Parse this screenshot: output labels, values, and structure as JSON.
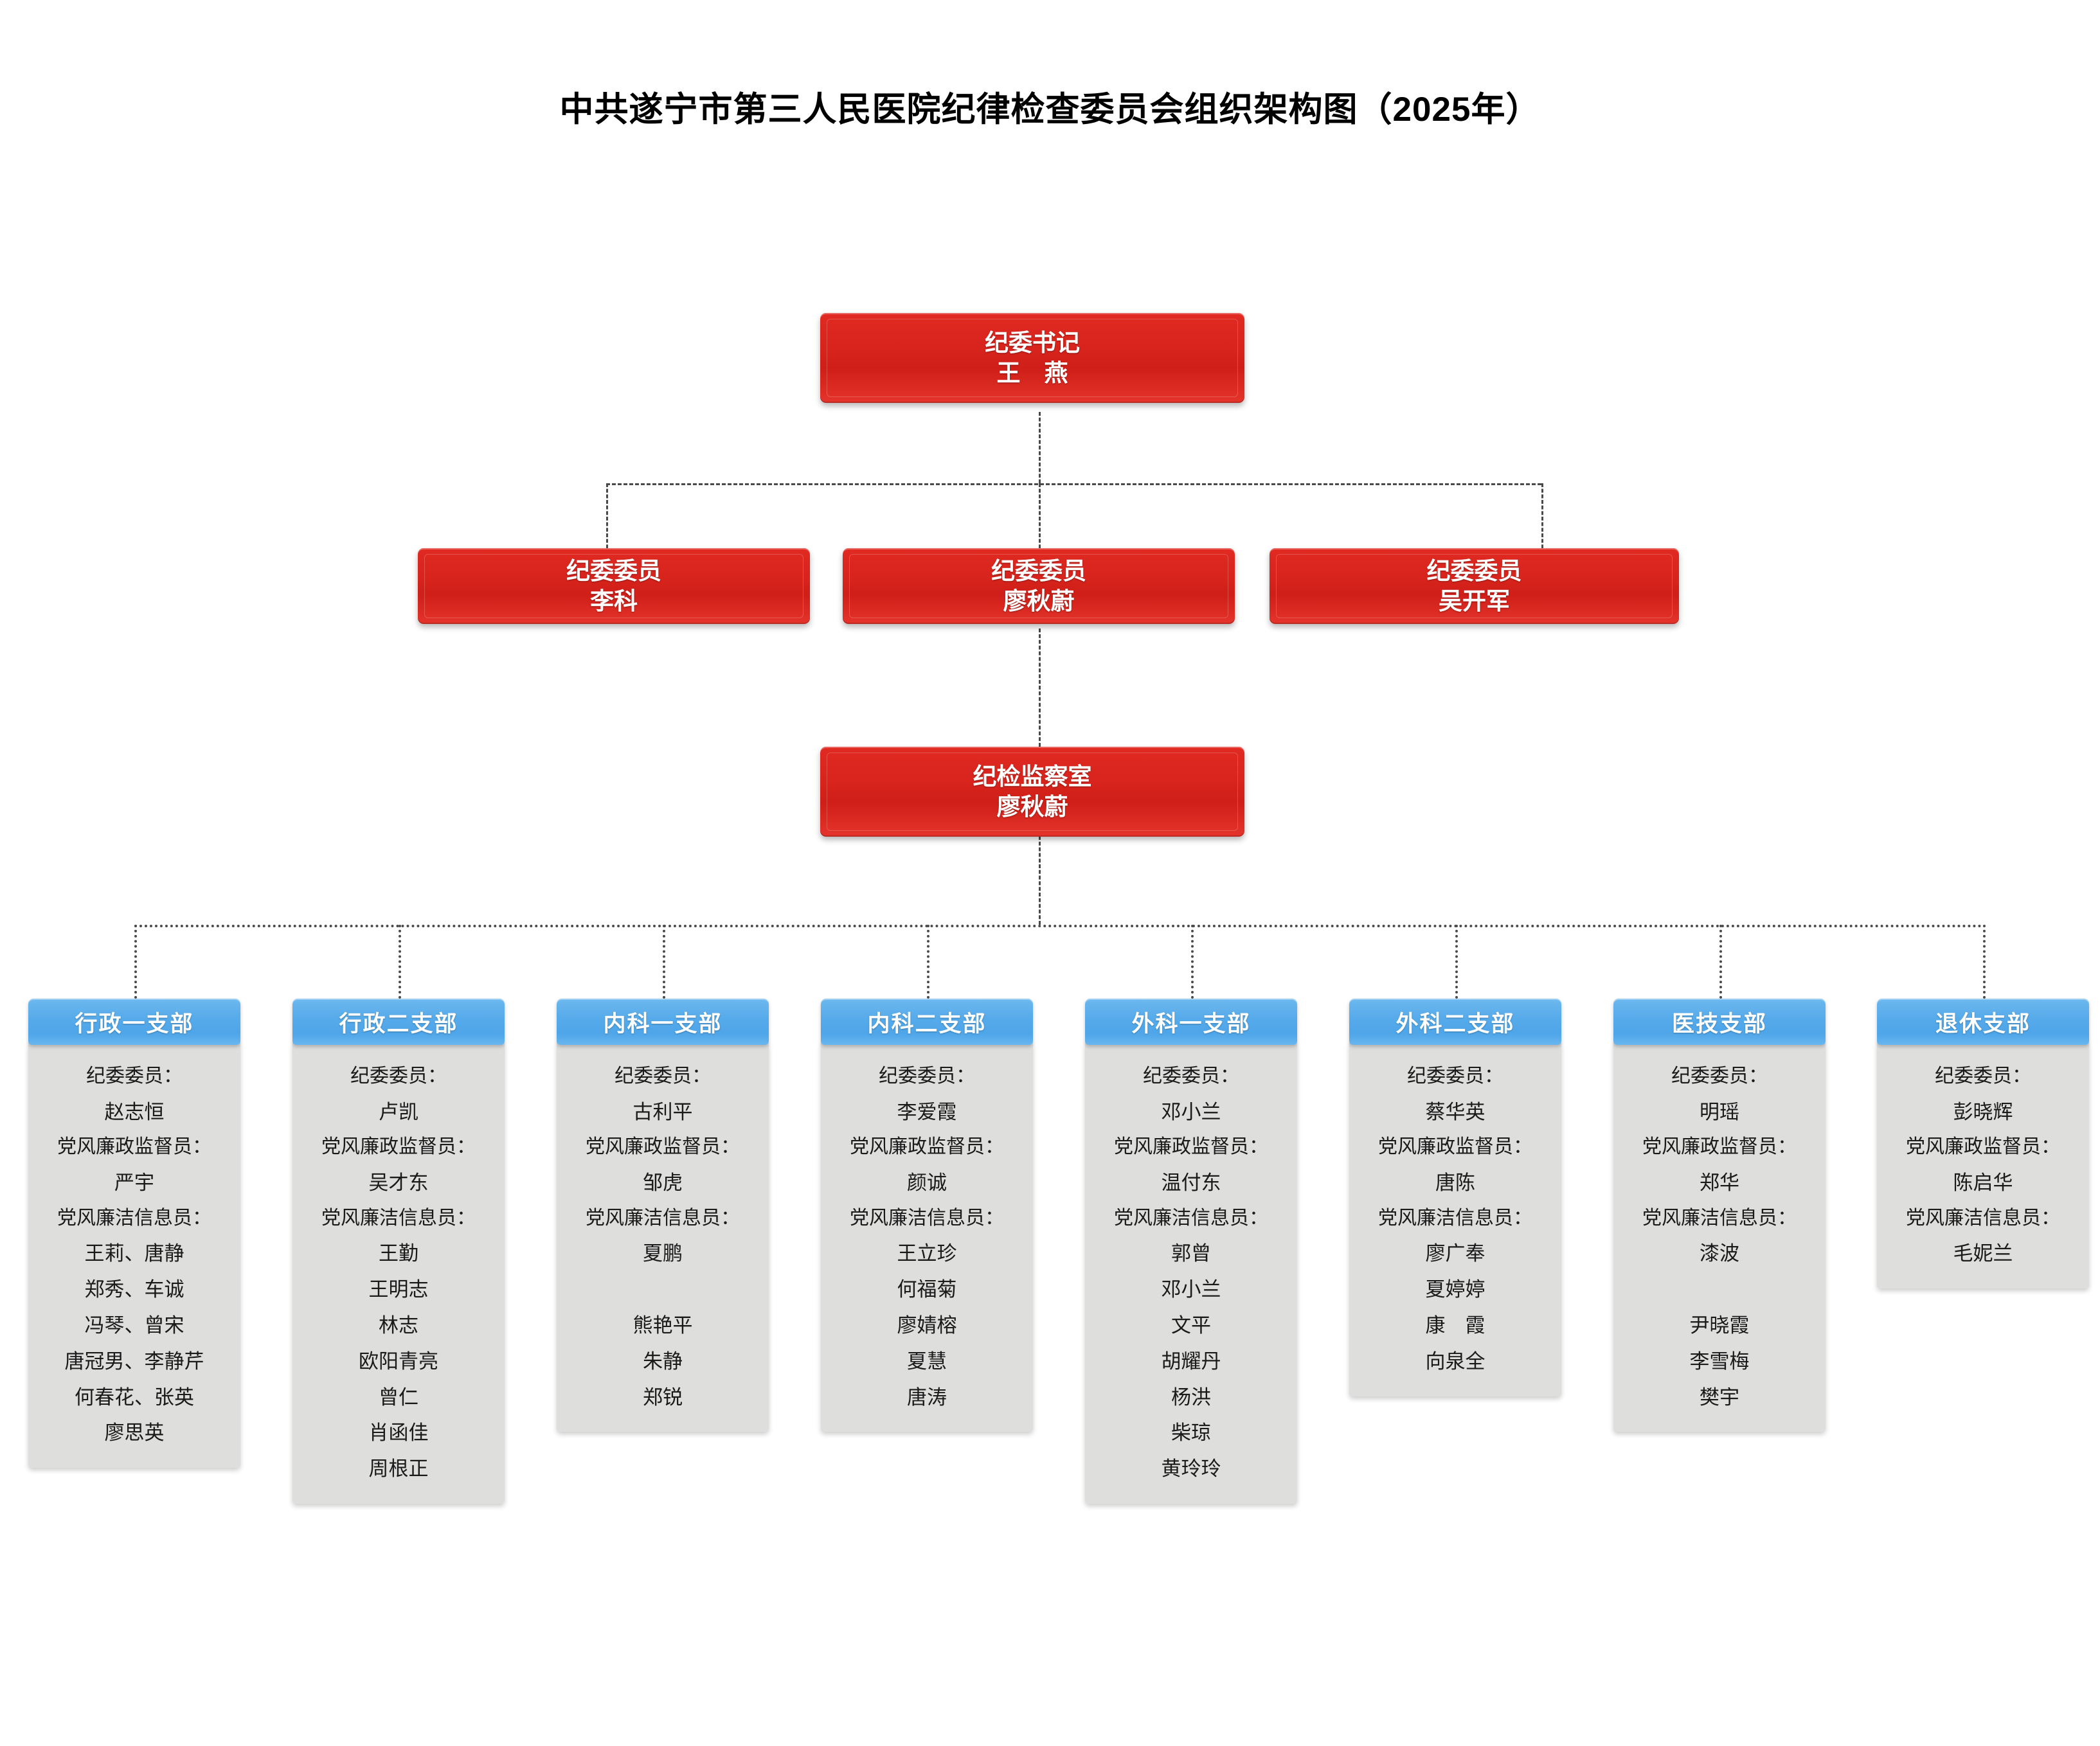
{
  "title": "中共遂宁市第三人民医院纪律检查委员会组织架构图（2025年）",
  "nodes": {
    "secretary": {
      "role": "纪委书记",
      "name": "王　燕"
    },
    "members": [
      {
        "role": "纪委委员",
        "name": "李科"
      },
      {
        "role": "纪委委员",
        "name": "廖秋蔚"
      },
      {
        "role": "纪委委员",
        "name": "吴开军"
      }
    ],
    "office": {
      "role": "纪检监察室",
      "name": "廖秋蔚"
    }
  },
  "labels": {
    "committee_member": "纪委委员：",
    "supervisor": "党风廉政监督员：",
    "informant": "党风廉洁信息员："
  },
  "branches": [
    {
      "header": "行政一支部",
      "rows": [
        {
          "type": "label",
          "text": "纪委委员："
        },
        {
          "type": "name",
          "text": "赵志恒"
        },
        {
          "type": "label",
          "text": "党风廉政监督员："
        },
        {
          "type": "name",
          "text": "严宇"
        },
        {
          "type": "label",
          "text": "党风廉洁信息员："
        },
        {
          "type": "name",
          "text": "王莉、唐静"
        },
        {
          "type": "name",
          "text": "郑秀、车诚"
        },
        {
          "type": "name",
          "text": "冯琴、曾宋"
        },
        {
          "type": "name",
          "text": "唐冠男、李静芹"
        },
        {
          "type": "name",
          "text": "何春花、张英"
        },
        {
          "type": "name",
          "text": "廖思英"
        }
      ]
    },
    {
      "header": "行政二支部",
      "rows": [
        {
          "type": "label",
          "text": "纪委委员："
        },
        {
          "type": "name",
          "text": "卢凯"
        },
        {
          "type": "label",
          "text": "党风廉政监督员："
        },
        {
          "type": "name",
          "text": "吴才东"
        },
        {
          "type": "label",
          "text": "党风廉洁信息员："
        },
        {
          "type": "name",
          "text": "王勤"
        },
        {
          "type": "name",
          "text": "王明志"
        },
        {
          "type": "name",
          "text": "林志"
        },
        {
          "type": "name",
          "text": "欧阳青亮"
        },
        {
          "type": "name",
          "text": "曾仁"
        },
        {
          "type": "name",
          "text": "肖函佳"
        },
        {
          "type": "name",
          "text": "周根正"
        }
      ]
    },
    {
      "header": "内科一支部",
      "rows": [
        {
          "type": "label",
          "text": "纪委委员："
        },
        {
          "type": "name",
          "text": "古利平"
        },
        {
          "type": "label",
          "text": "党风廉政监督员："
        },
        {
          "type": "name",
          "text": "邹虎"
        },
        {
          "type": "label",
          "text": "党风廉洁信息员："
        },
        {
          "type": "name",
          "text": "夏鹏"
        },
        {
          "type": "blank",
          "text": " "
        },
        {
          "type": "name",
          "text": "熊艳平"
        },
        {
          "type": "name",
          "text": "朱静"
        },
        {
          "type": "name",
          "text": "郑锐"
        }
      ]
    },
    {
      "header": "内科二支部",
      "rows": [
        {
          "type": "label",
          "text": "纪委委员："
        },
        {
          "type": "name",
          "text": "李爱霞"
        },
        {
          "type": "label",
          "text": "党风廉政监督员："
        },
        {
          "type": "name",
          "text": "颜诚"
        },
        {
          "type": "label",
          "text": "党风廉洁信息员："
        },
        {
          "type": "name",
          "text": "王立珍"
        },
        {
          "type": "name",
          "text": "何福菊"
        },
        {
          "type": "name",
          "text": "廖婧榕"
        },
        {
          "type": "name",
          "text": "夏慧"
        },
        {
          "type": "name",
          "text": "唐涛"
        }
      ]
    },
    {
      "header": "外科一支部",
      "rows": [
        {
          "type": "label",
          "text": "纪委委员："
        },
        {
          "type": "name",
          "text": "邓小兰"
        },
        {
          "type": "label",
          "text": "党风廉政监督员："
        },
        {
          "type": "name",
          "text": "温付东"
        },
        {
          "type": "label",
          "text": "党风廉洁信息员："
        },
        {
          "type": "name",
          "text": "郭曾"
        },
        {
          "type": "name",
          "text": "邓小兰"
        },
        {
          "type": "name",
          "text": "文平"
        },
        {
          "type": "name",
          "text": "胡耀丹"
        },
        {
          "type": "name",
          "text": "杨洪"
        },
        {
          "type": "name",
          "text": "柴琼"
        },
        {
          "type": "name",
          "text": "黄玲玲"
        }
      ]
    },
    {
      "header": "外科二支部",
      "rows": [
        {
          "type": "label",
          "text": "纪委委员："
        },
        {
          "type": "name",
          "text": "蔡华英"
        },
        {
          "type": "label",
          "text": "党风廉政监督员："
        },
        {
          "type": "name",
          "text": "唐陈"
        },
        {
          "type": "label",
          "text": "党风廉洁信息员："
        },
        {
          "type": "name",
          "text": "廖广奉"
        },
        {
          "type": "name",
          "text": "夏婷婷"
        },
        {
          "type": "name",
          "text": "康　霞"
        },
        {
          "type": "name",
          "text": "向泉全"
        }
      ]
    },
    {
      "header": "医技支部",
      "rows": [
        {
          "type": "label",
          "text": "纪委委员："
        },
        {
          "type": "name",
          "text": "明瑶"
        },
        {
          "type": "label",
          "text": "党风廉政监督员："
        },
        {
          "type": "name",
          "text": "郑华"
        },
        {
          "type": "label",
          "text": "党风廉洁信息员："
        },
        {
          "type": "name",
          "text": "漆波"
        },
        {
          "type": "blank",
          "text": " "
        },
        {
          "type": "name",
          "text": "尹晓霞"
        },
        {
          "type": "name",
          "text": "李雪梅"
        },
        {
          "type": "name",
          "text": "樊宇"
        }
      ]
    },
    {
      "header": "退休支部",
      "rows": [
        {
          "type": "label",
          "text": "纪委委员："
        },
        {
          "type": "name",
          "text": "彭晓辉"
        },
        {
          "type": "label",
          "text": "党风廉政监督员："
        },
        {
          "type": "name",
          "text": "陈启华"
        },
        {
          "type": "label",
          "text": "党风廉洁信息员："
        },
        {
          "type": "name",
          "text": "毛妮兰"
        }
      ]
    }
  ],
  "colors": {
    "red_box": "#d8241d",
    "blue_header": "#55aaea",
    "body_gray": "#dededd",
    "connector": "#4a4a4a"
  }
}
